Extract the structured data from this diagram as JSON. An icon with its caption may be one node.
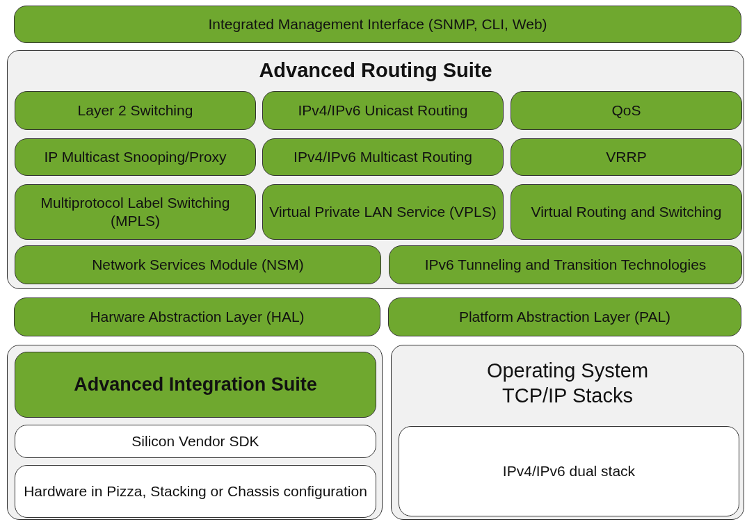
{
  "diagram": {
    "nodes": [
      {
        "text": [
          "Integrated Management Interface (SNMP, CLI, Web)"
        ]
      },
      {
        "text": [
          "Advanced Routing Suite"
        ]
      },
      {
        "text": [
          "Layer 2 Switching"
        ],
        "in": 1
      },
      {
        "text": [
          "IPv4/IPv6 Unicast Routing"
        ],
        "in": 1
      },
      {
        "text": [
          "QoS"
        ],
        "in": 1
      },
      {
        "text": [
          "IP Multicast Snooping/Proxy"
        ],
        "in": 1
      },
      {
        "text": [
          "IPv4/IPv6 Multicast Routing"
        ],
        "in": 1
      },
      {
        "text": [
          "VRRP"
        ],
        "in": 1
      },
      {
        "text": [
          "Multiprotocol Label Switching (MPLS)"
        ],
        "in": 1
      },
      {
        "text": [
          "Virtual Private LAN Service (VPLS)"
        ],
        "in": 1
      },
      {
        "text": [
          "Virtual Routing and Switching"
        ],
        "in": 1
      },
      {
        "text": [
          "Network Services Module (NSM)"
        ],
        "in": 1
      },
      {
        "text": [
          "IPv6 Tunneling and Transition Technologies"
        ],
        "in": 1
      },
      {
        "text": [
          "Harware Abstraction Layer (HAL)"
        ]
      },
      {
        "text": [
          "Platform Abstraction Layer (PAL)"
        ]
      },
      {
        "text": [],
        "shape": "box"
      },
      {
        "text": [
          "Advanced Integration Suite"
        ],
        "in": 15
      },
      {
        "text": [
          "Silicon Vendor SDK"
        ],
        "in": 15
      },
      {
        "text": [
          "Hardware in Pizza, Stacking or Chassis configuration"
        ],
        "in": 15
      },
      {
        "text": [
          "Operating System TCP/IP Stacks"
        ]
      },
      {
        "text": [
          "IPv4/IPv6 dual stack"
        ],
        "in": 19
      }
    ]
  }
}
